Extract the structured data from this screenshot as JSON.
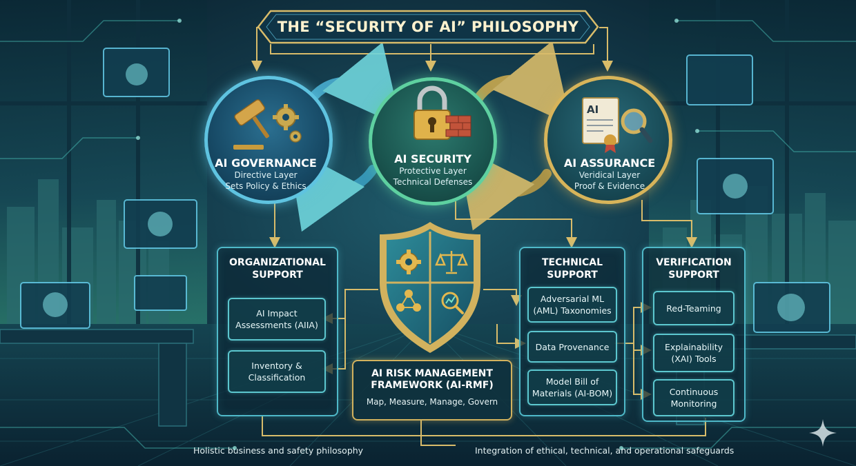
{
  "title": "THE “SECURITY OF AI” PHILOSOPHY",
  "pillars": {
    "governance": {
      "title": "AI GOVERNANCE",
      "line1": "Directive Layer",
      "line2": "Sets Policy & Ethics"
    },
    "security": {
      "title": "AI SECURITY",
      "line1": "Protective Layer",
      "line2": "Technical Defenses"
    },
    "assurance": {
      "title": "AI ASSURANCE",
      "line1": "Veridical Layer",
      "line2": "Proof & Evidence"
    }
  },
  "organizational": {
    "heading": "ORGANIZATIONAL SUPPORT",
    "items": [
      "AI Impact Assessments (AIIA)",
      "Inventory & Classification"
    ]
  },
  "technical": {
    "heading": "TECHNICAL SUPPORT",
    "items": [
      "Adversarial ML (AML) Taxonomies",
      "Data Provenance",
      "Model Bill of Materials (AI-BOM)"
    ]
  },
  "verification": {
    "heading": "VERIFICATION SUPPORT",
    "items": [
      "Red-Teaming",
      "Explainability (XAI) Tools",
      "Continuous Monitoring"
    ]
  },
  "rmf": {
    "title": "AI RISK MANAGEMENT FRAMEWORK (AI-RMF)",
    "subtitle": "Map, Measure, Manage, Govern"
  },
  "footer": {
    "left": "Holistic business and safety philosophy",
    "right": "Integration of ethical, technical, and operational safeguards"
  },
  "icons": {
    "governance": "gavel-gear-icon",
    "security": "padlock-firewall-icon",
    "assurance": "certificate-magnifier-icon",
    "shield": "shield-quadrant-icon"
  },
  "colors": {
    "cyan": "#4fb9c9",
    "gold": "#d2b25e",
    "green": "#5ed0a0",
    "blue": "#5fc3e0"
  }
}
